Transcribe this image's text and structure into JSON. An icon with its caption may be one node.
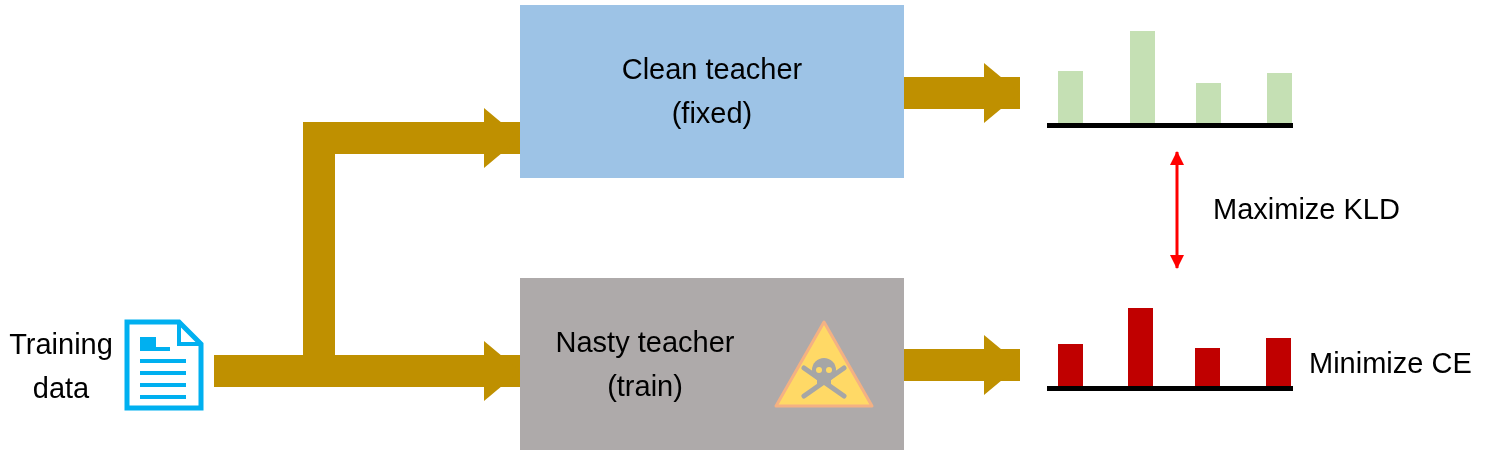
{
  "diagram": {
    "nodes": [
      {
        "text": [
          "Training data"
        ]
      },
      {
        "text": [
          "Clean teacher (fixed)"
        ]
      },
      {
        "text": [
          "Nasty teacher (train)"
        ]
      },
      {
        "text": [],
        "shape": "bar"
      },
      {
        "text": [],
        "shape": "bar",
        "beside": [
          "Minimize CE"
        ]
      }
    ],
    "edges": [
      {
        "from": 0,
        "to": 1,
        "arrow": "to"
      },
      {
        "from": 0,
        "to": 2,
        "arrow": "to"
      },
      {
        "from": 1,
        "to": 3,
        "arrow": "to"
      },
      {
        "from": 2,
        "to": 4,
        "arrow": "to"
      },
      {
        "from": 3,
        "to": 4,
        "arrow": "both",
        "label": "Maximize KLD",
        "color": "#ff0000"
      }
    ]
  }
}
